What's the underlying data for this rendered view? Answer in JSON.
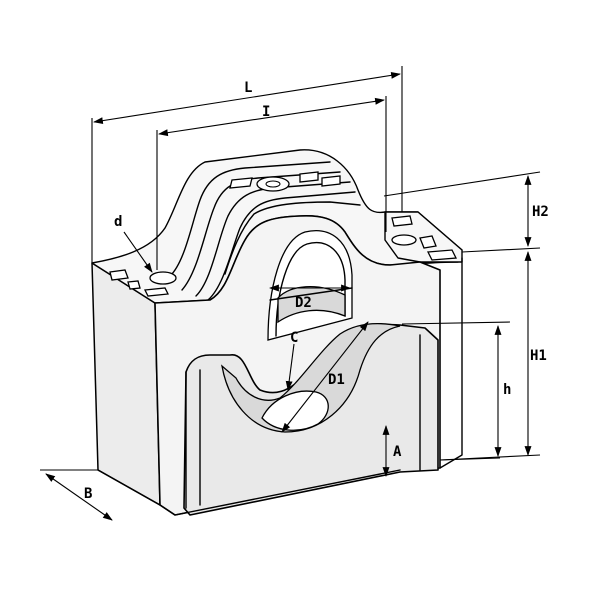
{
  "diagram": {
    "labels": {
      "L": "L",
      "I": "I",
      "H2": "H2",
      "H1": "H1",
      "h": "h",
      "A": "A",
      "B": "B",
      "d": "d",
      "D2": "D2",
      "C": "C",
      "D1": "D1"
    }
  }
}
